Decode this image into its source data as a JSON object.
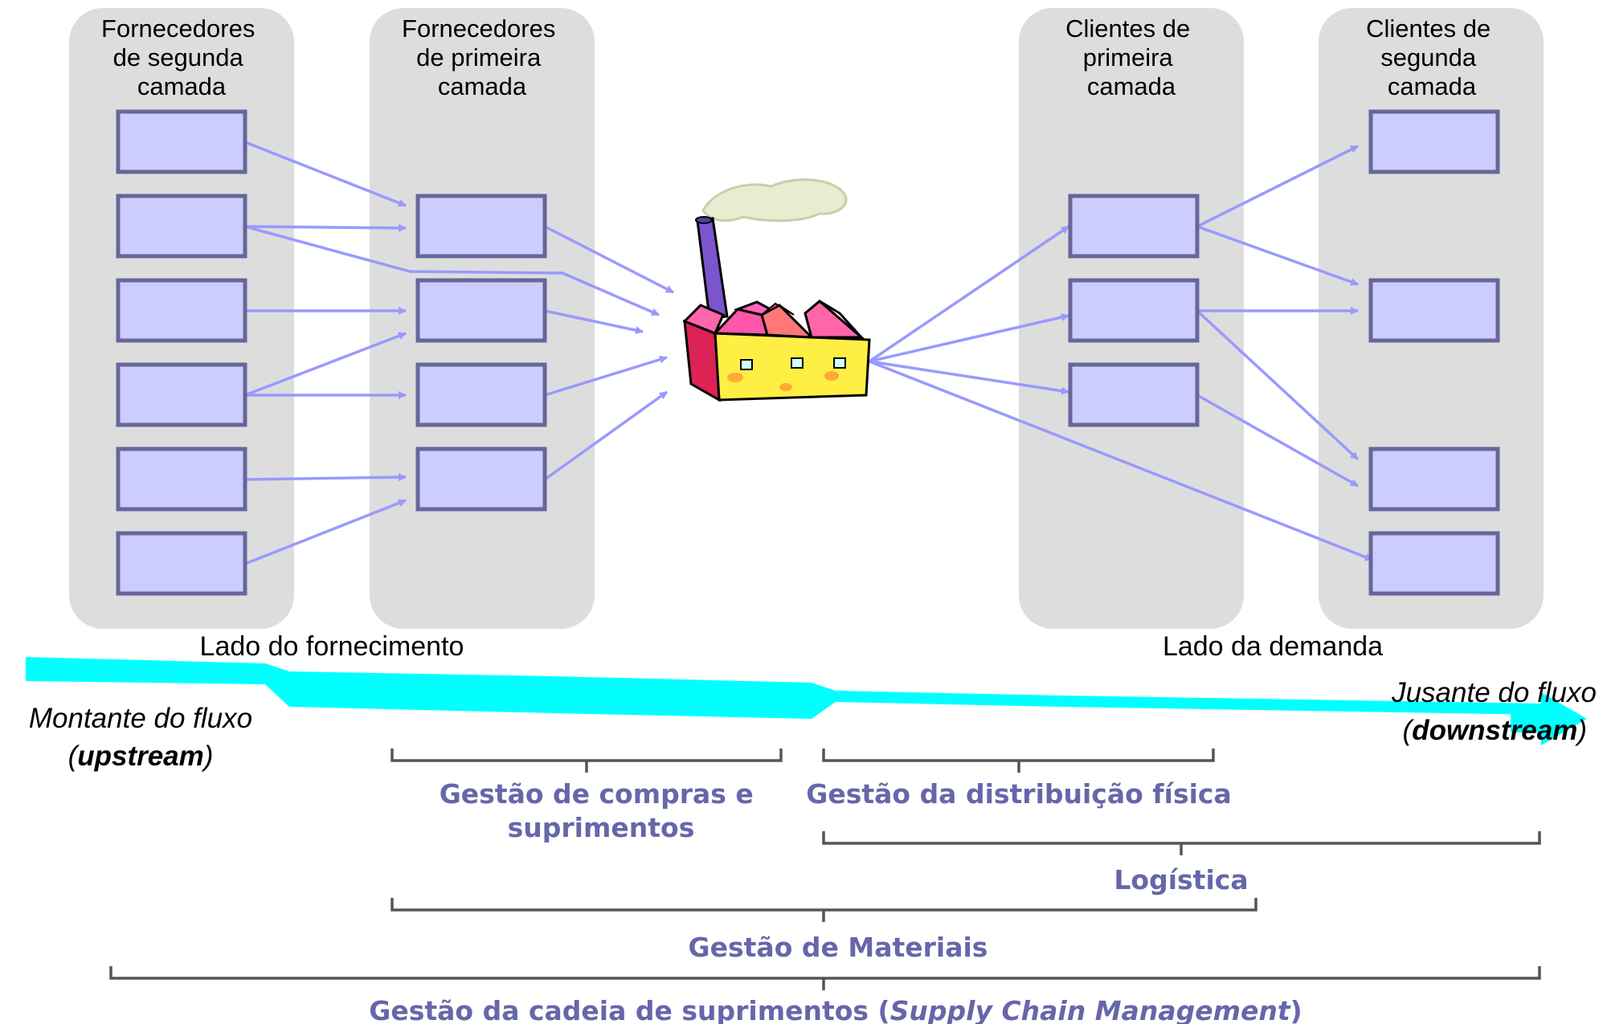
{
  "columns": [
    {
      "id": "tier2-suppliers",
      "title": [
        "Fornecedores",
        "de segunda",
        "camada"
      ]
    },
    {
      "id": "tier1-suppliers",
      "title": [
        "Fornecedores",
        "de primeira",
        "camada"
      ]
    },
    {
      "id": "tier1-customers",
      "title": [
        "Clientes de",
        "primeira",
        "camada"
      ]
    },
    {
      "id": "tier2-customers",
      "title": [
        "Clientes de",
        "segunda",
        "camada"
      ]
    }
  ],
  "sides": {
    "supply": "Lado do fornecimento",
    "demand": "Lado da demanda"
  },
  "flow": {
    "upstream_line1": "Montante do fluxo",
    "upstream_open": "(",
    "upstream_term": "upstream",
    "upstream_close": ")",
    "downstream_line1": "Jusante do fluxo",
    "downstream_open": "(",
    "downstream_term": "downstream",
    "downstream_close": ")"
  },
  "scopes": {
    "purchasing_line1": "Gestão de compras e",
    "purchasing_line2": "suprimentos",
    "distribution": "Gestão da distribuição física",
    "logistics": "Logística",
    "materials": "Gestão de Materiais",
    "scm_prefix": "Gestão da cadeia de suprimentos (",
    "scm_term": "Supply Chain Management",
    "scm_suffix": ")"
  },
  "icons": {
    "factory": "factory-icon"
  },
  "colors": {
    "column_bg": "#dddddd",
    "node_fill": "#ccccff",
    "node_stroke": "#66669a",
    "arrow": "#9999ff",
    "flow_band": "#00ffff",
    "scope_text": "#6666aa",
    "brace": "#555555"
  }
}
